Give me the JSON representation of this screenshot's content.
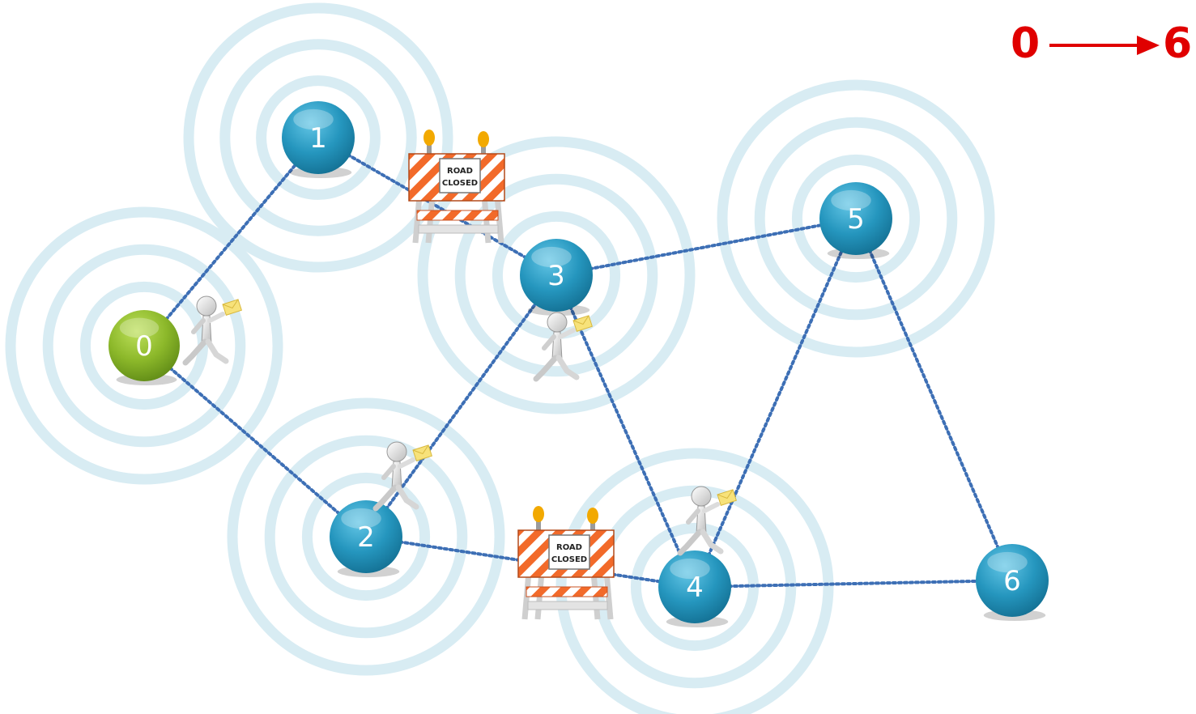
{
  "route": {
    "from": "0",
    "to": "6",
    "color": "#e00000"
  },
  "colors": {
    "start_node": "#8cb82a",
    "node": "#2596be",
    "ring": "#d8ecf3",
    "edge": "#3d6fb5",
    "barricade_stripe": "#f26a2a",
    "lamp": "#f2a900"
  },
  "nodes": [
    {
      "id": "0",
      "label": "0",
      "kind": "start"
    },
    {
      "id": "1",
      "label": "1",
      "kind": "node"
    },
    {
      "id": "2",
      "label": "2",
      "kind": "node"
    },
    {
      "id": "3",
      "label": "3",
      "kind": "node"
    },
    {
      "id": "4",
      "label": "4",
      "kind": "node"
    },
    {
      "id": "5",
      "label": "5",
      "kind": "node"
    },
    {
      "id": "6",
      "label": "6",
      "kind": "node"
    }
  ],
  "edges": [
    {
      "from": "0",
      "to": "1",
      "blocked": false
    },
    {
      "from": "0",
      "to": "2",
      "blocked": false
    },
    {
      "from": "1",
      "to": "3",
      "blocked": true
    },
    {
      "from": "2",
      "to": "3",
      "blocked": false
    },
    {
      "from": "2",
      "to": "4",
      "blocked": true
    },
    {
      "from": "3",
      "to": "5",
      "blocked": false
    },
    {
      "from": "3",
      "to": "4",
      "blocked": false
    },
    {
      "from": "4",
      "to": "5",
      "blocked": false
    },
    {
      "from": "4",
      "to": "6",
      "blocked": false
    },
    {
      "from": "5",
      "to": "6",
      "blocked": false
    }
  ],
  "barricades": [
    {
      "edge": "1-3",
      "sign": [
        "ROAD",
        "CLOSED"
      ]
    },
    {
      "edge": "2-4",
      "sign": [
        "ROAD",
        "CLOSED"
      ]
    }
  ],
  "runners": [
    {
      "near": "0",
      "item": "envelope"
    },
    {
      "near": "3",
      "item": "envelope"
    },
    {
      "near": "2",
      "item": "envelope"
    },
    {
      "near": "4",
      "item": "envelope"
    }
  ]
}
